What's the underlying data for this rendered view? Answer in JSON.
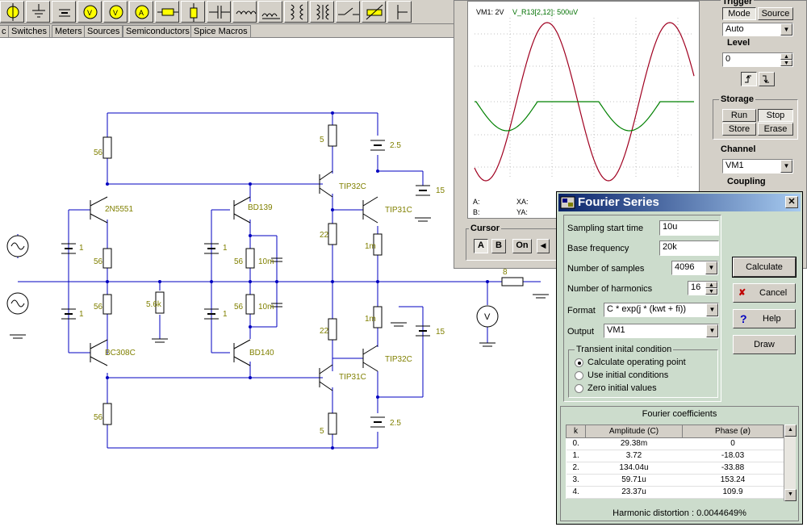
{
  "toolbar": {
    "icons": [
      "source-icon",
      "ground-icon",
      "battery-icon",
      "voltmeter-icon",
      "ammeter-icon",
      "wattmeter-icon",
      "resistor-icon",
      "capacitor-icon",
      "inductor-icon",
      "transformer-icon",
      "switch-icon",
      "potentiometer-icon",
      "diode-icon"
    ]
  },
  "tabs": [
    {
      "label": "c"
    },
    {
      "label": "Switches"
    },
    {
      "label": "Meters"
    },
    {
      "label": "Sources"
    },
    {
      "label": "Semiconductors"
    },
    {
      "label": "Spice Macros"
    }
  ],
  "schematic": {
    "labels": {
      "r_top_left": "56",
      "q_top_left": "2N5551",
      "r_mid_top": "56",
      "r_mid_bot": "56",
      "q_bot_left": "BC308C",
      "r_bottom_left": "56",
      "bat_top_left": "1",
      "bat_bot_left": "1",
      "r_shunt": "5.6k",
      "q_bd139": "BD139",
      "q_bd140": "BD140",
      "bat_top_mid": "1",
      "bat_bot_mid": "1",
      "r_mid_56_top": "56",
      "r_mid_56_bot": "56",
      "r_10m_top": "10m",
      "r_10m_bot": "10m",
      "r_5_top": "5",
      "r_5_bot": "5",
      "q_tip32c_top": "TIP32C",
      "q_tip31c_top": "TIP31C",
      "q_tip31c_bot": "TIP31C",
      "q_tip32c_bot": "TIP32C",
      "r_22_top": "22",
      "r_22_bot": "22",
      "r_1m_top": "1m",
      "r_1m_bot": "1m",
      "bat_25_top": "2.5",
      "bat_25_bot": "2.5",
      "bat_15_top": "15",
      "bat_15_bot": "15",
      "r_load": "8",
      "voltmeter": "V"
    }
  },
  "scope": {
    "header_vm": "VM1: 2V",
    "header_vr": "V_R13[2,12]: 500uV",
    "cursor_a": "A:",
    "cursor_b": "B:",
    "cursor_xa": "XA:",
    "cursor_ya": "YA:",
    "cursor_title": "Cursor",
    "cursor_btn_a": "A",
    "cursor_btn_b": "B",
    "cursor_btn_on": "On",
    "cursor_btn_left": "◀",
    "trigger_title": "Trigger",
    "trigger_mode": "Mode",
    "trigger_source": "Source",
    "trigger_value": "Auto",
    "level_title": "Level",
    "level_value": "0",
    "storage_title": "Storage",
    "storage_run": "Run",
    "storage_stop": "Stop",
    "storage_store": "Store",
    "storage_erase": "Erase",
    "channel_title": "Channel",
    "channel_value": "VM1",
    "coupling_title": "Coupling",
    "trace_colors": {
      "vm1": "#a00020",
      "vr13": "#008000"
    }
  },
  "fourier": {
    "title": "Fourier Series",
    "fields": {
      "sampling_start_time": {
        "label": "Sampling start time",
        "value": "10u"
      },
      "base_frequency": {
        "label": "Base frequency",
        "value": "20k"
      },
      "num_samples": {
        "label": "Number of samples",
        "value": "4096"
      },
      "num_harmonics": {
        "label": "Number of harmonics",
        "value": "16"
      },
      "format": {
        "label": "Format",
        "value": "C * exp(j * (kwt + fi))"
      },
      "output": {
        "label": "Output",
        "value": "VM1"
      }
    },
    "buttons": {
      "calculate": "Calculate",
      "cancel": "Cancel",
      "help": "Help",
      "draw": "Draw"
    },
    "transient": {
      "title": "Transient inital condition",
      "options": [
        "Calculate operating point",
        "Use initial conditions",
        "Zero initial values"
      ],
      "selected": 0
    },
    "coefficients": {
      "title": "Fourier coefficients",
      "headers": [
        "k",
        "Amplitude (C)",
        "Phase (ø)"
      ],
      "rows": [
        [
          "0.",
          "29.38m",
          "0"
        ],
        [
          "1.",
          "3.72",
          "-18.03"
        ],
        [
          "2.",
          "134.04u",
          "-33.88"
        ],
        [
          "3.",
          "59.71u",
          "153.24"
        ],
        [
          "4.",
          "23.37u",
          "109.9"
        ]
      ],
      "harmonic_distortion_label": "Harmonic distortion :",
      "harmonic_distortion_value": "0.0044649%"
    }
  }
}
